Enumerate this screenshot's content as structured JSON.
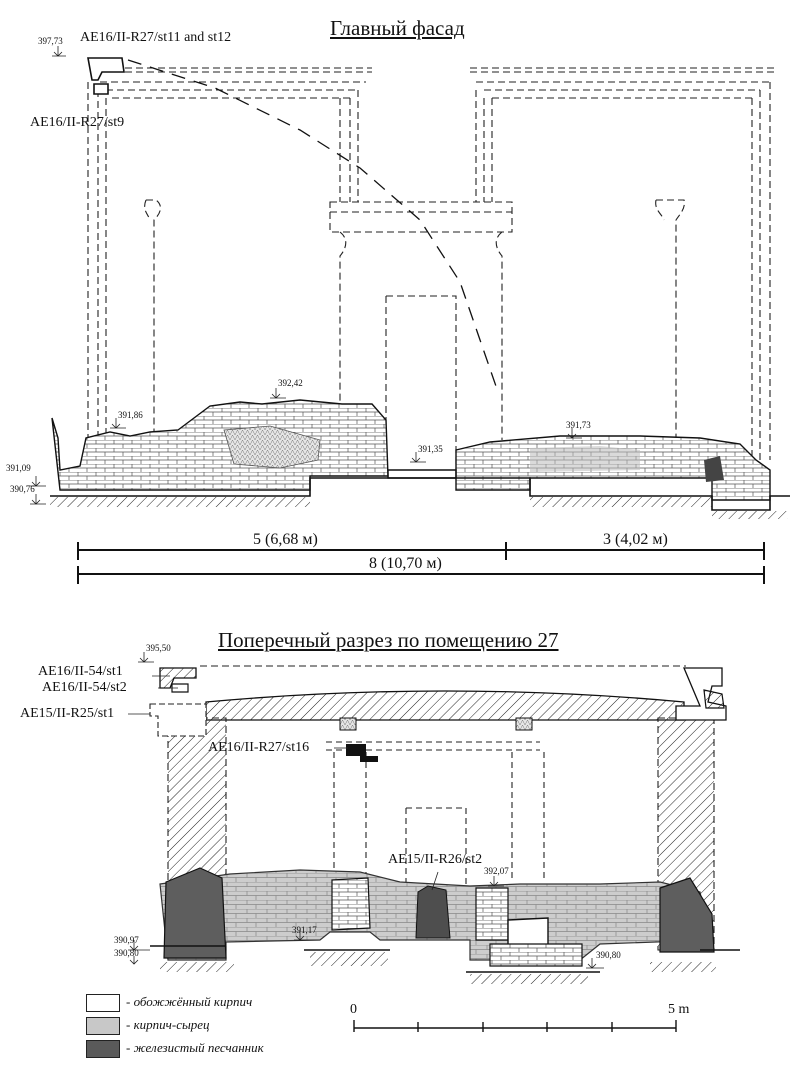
{
  "facade": {
    "title": "Главный фасад",
    "labels": {
      "st11_12": "AE16/II-R27/st11 and st12",
      "st9": "AE16/II-R27/st9"
    },
    "elevations": {
      "e1": "397,73",
      "e2": "392,42",
      "e3": "391,86",
      "e4": "391,73",
      "e5": "391,35",
      "e6": "391,09",
      "e7": "390,76"
    },
    "dims": {
      "left": "5 (6,68 м)",
      "right": "3 (4,02 м)",
      "total": "8 (10,70 м)"
    }
  },
  "section": {
    "title": "Поперечный разрез по помещению 27",
    "labels": {
      "st1_54": "AE16/II-54/st1",
      "st2_54": "AE16/II-54/st2",
      "st1_25": "AE15/II-R25/st1",
      "st16": "AE16/II-R27/st16",
      "r26": "AE15/II-R26/st2"
    },
    "elevations": {
      "e1": "395,50",
      "e2": "392,07",
      "e3": "391,17",
      "e4": "390,97",
      "e5": "390,80",
      "e6": "390,80"
    }
  },
  "legend": [
    {
      "text": "- обожжённый кирпич",
      "color": "#ffffff"
    },
    {
      "text": "- кирпич-сырец",
      "color": "#c8c8c8"
    },
    {
      "text": "- железистый песчанник",
      "color": "#5a5a5a"
    }
  ],
  "scale": {
    "start": "0",
    "end": "5 m"
  }
}
